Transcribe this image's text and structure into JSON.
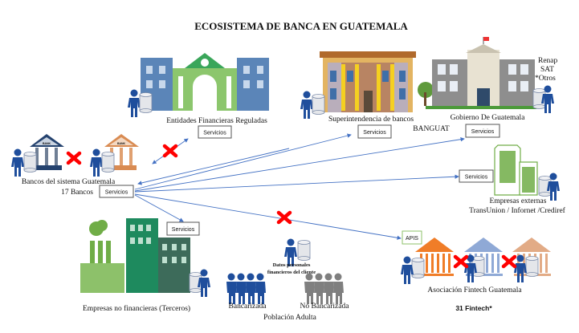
{
  "title": "ECOSISTEMA DE BANCA  EN GUATEMALA",
  "colors": {
    "blue_person": "#1f4e9c",
    "arrow": "#4472c4",
    "red_x": "#ff0000",
    "green": "#70ad47",
    "orange": "#f07d28"
  },
  "entidades": {
    "label": "Entidades Financieras Reguladas",
    "service": "Servicios"
  },
  "bancos": {
    "label": "Bancos del sistema Guatemala",
    "count": "17 Bancos",
    "service": "Servicios",
    "bank_sign": "BANK"
  },
  "superintendencia": {
    "label": "Superintendencia de bancos",
    "service": "Servicios",
    "banguat": "BANGUAT"
  },
  "gobierno": {
    "label": "Gobierno De Guatemala",
    "service": "Servicios",
    "others": [
      "Renap",
      "SAT",
      "*Otros"
    ]
  },
  "externas": {
    "label": "Empresas externas",
    "sublabel": "TransUnion / Infornet /Crediref",
    "service": "Servicios"
  },
  "no_financieras": {
    "label": "Empresas no financieras (Terceros)",
    "service": "Servicios"
  },
  "datos": {
    "line1": "Datos personales",
    "line2": "financieros del cliente"
  },
  "poblacion": {
    "banked": "Bancarizada",
    "unbanked": "No Bancarizada",
    "label": "Población Adulta"
  },
  "fintech": {
    "apis": "APIS",
    "label": "Asociación Fintech Guatemala",
    "count": "31 Fintech*"
  }
}
